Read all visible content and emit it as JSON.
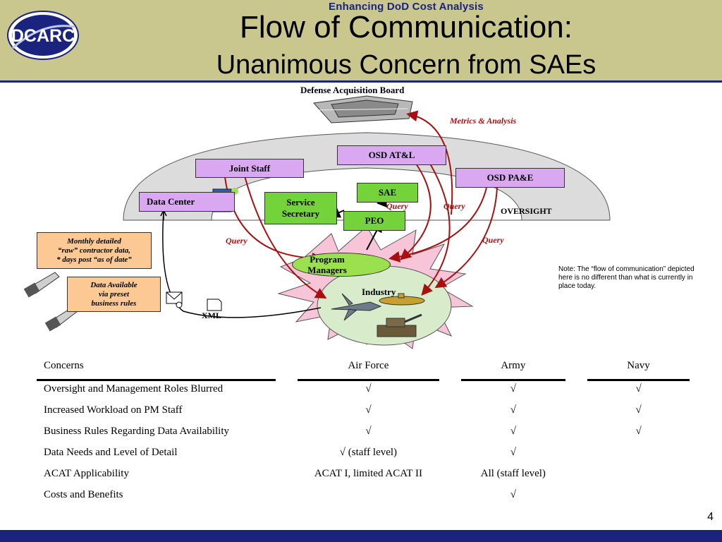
{
  "header": {
    "tagline": "Enhancing DoD Cost Analysis",
    "title_line1": "Flow of Communication:",
    "title_line2": "Unanimous Concern from SAEs",
    "logo_text": "DCARC"
  },
  "diagram": {
    "dab_label": "Defense Acquisition Board",
    "metrics_label": "Metrics & Analysis",
    "osd_atl": "OSD AT&L",
    "osd_pae": "OSD PA&E",
    "joint_staff": "Joint  Staff",
    "data_center": "Data Center",
    "sae": "SAE",
    "service_secretary_line1": "Service",
    "service_secretary_line2": "Secretary",
    "peo": "PEO",
    "oversight": "OVERSIGHT",
    "program_managers_line1": "Program",
    "program_managers_line2": "Managers",
    "industry": "Industry",
    "query_left": "Query",
    "query_right": "Query",
    "query_sae_left": "Query",
    "query_sae_right": "Query",
    "monthly_line1": "Monthly detailed",
    "monthly_line2": "“raw” contractor data,",
    "monthly_line3": "* days post  “as of date”",
    "available_line1": "Data Available",
    "available_line2": "via  preset",
    "available_line3": "business rules",
    "xml": "XML",
    "note": "Note: The “flow of communication” depicted here is no different than what is currently in place today."
  },
  "table": {
    "headers": [
      "Concerns",
      "Air Force",
      "Army",
      "Navy"
    ],
    "rows": [
      [
        "Oversight and Management Roles Blurred",
        "√",
        "√",
        "√"
      ],
      [
        "Increased Workload on PM Staff",
        "√",
        "√",
        "√"
      ],
      [
        "Business Rules Regarding Data Availability",
        "√",
        "√",
        "√"
      ],
      [
        "Data Needs and Level of Detail",
        "√ (staff level)",
        "√",
        ""
      ],
      [
        "ACAT Applicability",
        "ACAT I, limited ACAT II",
        "All (staff level)",
        ""
      ],
      [
        "Costs and Benefits",
        "",
        "√",
        ""
      ]
    ]
  },
  "page_number": "4",
  "colors": {
    "header_bg": "#c9c78e",
    "navy": "#1a237e",
    "purple_box": "#d9a8f0",
    "green_box": "#74d23a",
    "orange_box": "#fcc994",
    "arrow_red": "#a81010"
  }
}
